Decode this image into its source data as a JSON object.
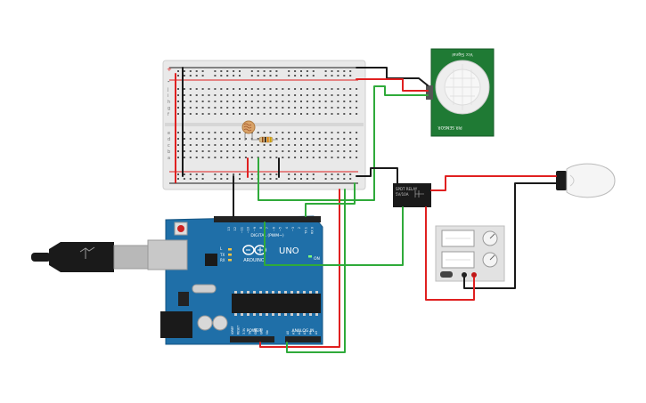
{
  "colors": {
    "arduino_board": "#1f6fa8",
    "breadboard": "#e6e6e6",
    "wire_red": "#e02020",
    "wire_black": "#1a1a1a",
    "wire_green": "#2faa3a",
    "pir_board": "#1f7a34",
    "relay": "#1a1a1a",
    "power_supply": "#e2e2e2"
  },
  "arduino": {
    "brand": "ARDUINO",
    "model": "UNO",
    "digital_label": "DIGITAL (PWM~)",
    "power_label": "POWER",
    "analog_label": "ANALOG IN",
    "on_label": "ON",
    "tx_label": "TX",
    "rx_label": "RX",
    "l_label": "L",
    "aref_label": "AREF",
    "gnd_label": "GND",
    "digital_pins": [
      "13",
      "12",
      "~11",
      "~10",
      "~9",
      "8",
      "7",
      "~6",
      "~5",
      "4",
      "~3",
      "2",
      "TX 1",
      "RX 0"
    ],
    "power_pins": [
      "IOREF",
      "RESET",
      "3.3V",
      "5V",
      "GND",
      "GND",
      "Vin"
    ],
    "analog_pins": [
      "A0",
      "A1",
      "A2",
      "A3",
      "A4",
      "A5"
    ]
  },
  "breadboard": {
    "rail_plus": "+",
    "rail_minus": "-",
    "row_letters_top": [
      "j",
      "i",
      "h",
      "g",
      "f"
    ],
    "row_letters_bottom": [
      "e",
      "d",
      "c",
      "b",
      "a"
    ],
    "column_count": 30
  },
  "pir": {
    "label_top": "Vcc Signal",
    "label_bottom": "PIR SENSOR"
  },
  "relay": {
    "label": "SPDT RELAY",
    "spec": "5V/10A"
  },
  "icons": [
    "usb-cable-icon",
    "light-bulb-icon",
    "photoresistor-icon",
    "resistor-icon",
    "reset-button-icon",
    "crystal-icon",
    "capacitor-icon",
    "dc-jack-icon"
  ]
}
